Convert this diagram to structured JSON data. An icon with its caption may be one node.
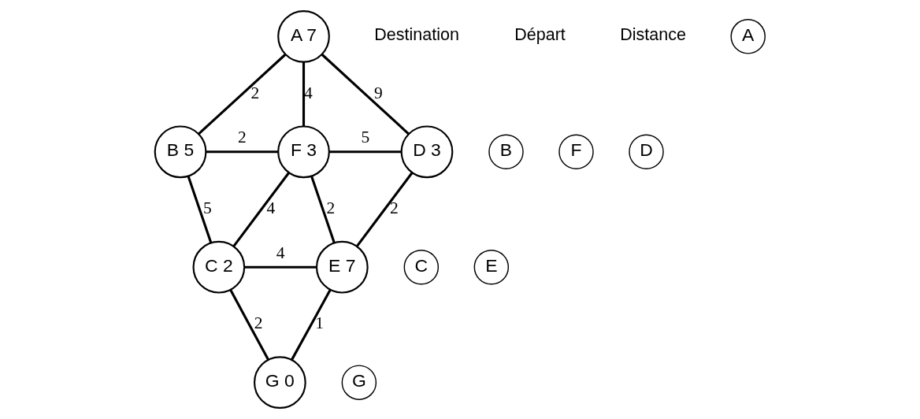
{
  "diagram": {
    "nodes": [
      {
        "text": [
          "A 7"
        ]
      },
      {
        "text": [
          "B 5"
        ]
      },
      {
        "text": [
          "F 3"
        ]
      },
      {
        "text": [
          "D 3"
        ]
      },
      {
        "text": [
          "C 2"
        ]
      },
      {
        "text": [
          "E 7"
        ]
      },
      {
        "text": [
          "G 0"
        ]
      },
      {
        "text": [
          "A"
        ]
      },
      {
        "text": [
          "B"
        ]
      },
      {
        "text": [
          "F"
        ]
      },
      {
        "text": [
          "D"
        ]
      },
      {
        "text": [
          "C"
        ]
      },
      {
        "text": [
          "E"
        ]
      },
      {
        "text": [
          "G"
        ]
      }
    ],
    "edges": [
      {
        "from": 0,
        "to": 1,
        "arrow": "none",
        "label": "2"
      },
      {
        "from": 0,
        "to": 2,
        "arrow": "none",
        "label": "4"
      },
      {
        "from": 0,
        "to": 3,
        "arrow": "none",
        "label": "9"
      },
      {
        "from": 1,
        "to": 2,
        "arrow": "none",
        "label": "2"
      },
      {
        "from": 2,
        "to": 3,
        "arrow": "none",
        "label": "5"
      },
      {
        "from": 1,
        "to": 4,
        "arrow": "none",
        "label": "5"
      },
      {
        "from": 2,
        "to": 4,
        "arrow": "none",
        "label": "4"
      },
      {
        "from": 2,
        "to": 5,
        "arrow": "none",
        "label": "2"
      },
      {
        "from": 3,
        "to": 5,
        "arrow": "none",
        "label": "2"
      },
      {
        "from": 4,
        "to": 5,
        "arrow": "none",
        "label": "4"
      },
      {
        "from": 4,
        "to": 6,
        "arrow": "none",
        "label": "2"
      },
      {
        "from": 5,
        "to": 6,
        "arrow": "none",
        "label": "1"
      }
    ],
    "labels": [
      "Destination",
      "Départ",
      "Distance"
    ]
  }
}
